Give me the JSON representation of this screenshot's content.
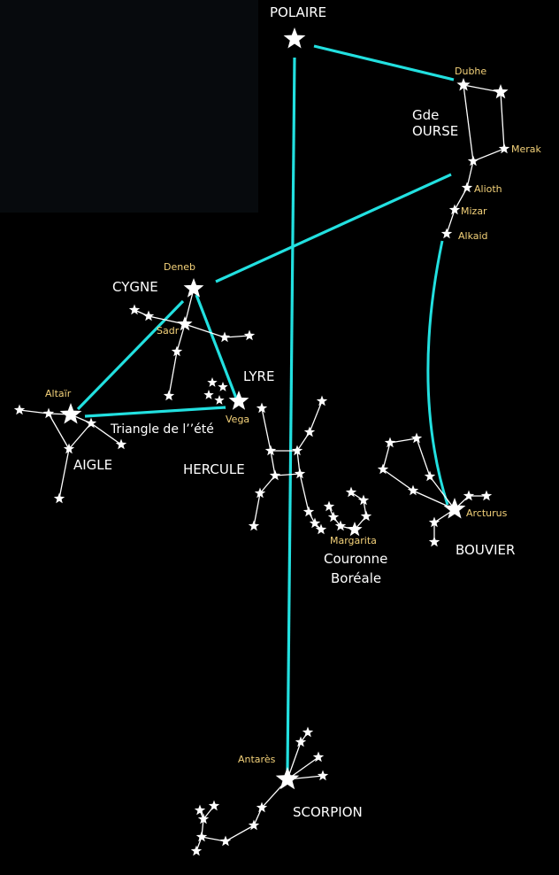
{
  "colors": {
    "background": "#000000",
    "guide_lines": "#22e0e0",
    "constellation_lines": "#ffffff",
    "star_names": "#f4d27a",
    "constellation_names": "#ffffff"
  },
  "labels": {
    "polaire": "POLAIRE",
    "dubhe": "Dubhe",
    "gde": "Gde",
    "ourse": "OURSE",
    "merak": "Merak",
    "alioth": "Alioth",
    "mizar": "Mizar",
    "alkaid": "Alkaid",
    "deneb": "Deneb",
    "cygne": "CYGNE",
    "sadr": "Sadr",
    "lyre": "LYRE",
    "altair": "Altaïr",
    "vega": "Vega",
    "triangle": "Triangle de l’’été",
    "aigle": "AIGLE",
    "hercule": "HERCULE",
    "margarita": "Margarita",
    "couronne": "Couronne",
    "boreale": "Boréale",
    "arcturus": "Arcturus",
    "bouvier": "BOUVIER",
    "antares": "Antarès",
    "scorpion": "SCORPION"
  }
}
